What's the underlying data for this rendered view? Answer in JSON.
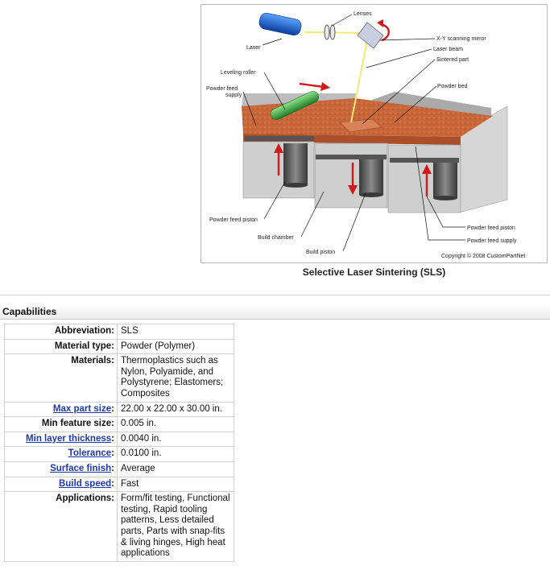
{
  "diagram": {
    "labels": {
      "lenses": "Lenses",
      "laser": "Laser",
      "mirror": "X-Y scanning mirror",
      "beam": "Laser beam",
      "sintered": "Sintered part",
      "roller": "Leveling roller",
      "feed_supply_left": "Powder feed\nsupply",
      "powder_bed": "Powder bed",
      "feed_piston_left": "Powder feed piston",
      "build_chamber": "Build chamber",
      "build_piston": "Build piston",
      "feed_piston_right": "Powder feed piston",
      "feed_supply_right": "Powder feed supply",
      "copyright": "Copyright © 2008 CustomPartNet"
    },
    "colors": {
      "powder": "#c8673a",
      "laser_body": "#1a5fc7",
      "roller": "#2fa53a",
      "arrow": "#d11a1a",
      "beam": "#f2ea74"
    }
  },
  "caption": "Selective Laser Sintering (SLS)",
  "capabilities": {
    "title": "Capabilities",
    "rows": [
      {
        "key": "Abbreviation",
        "value": "SLS",
        "link": false
      },
      {
        "key": "Material type",
        "value": "Powder (Polymer)",
        "link": false
      },
      {
        "key": "Materials",
        "value": "Thermoplastics such as Nylon, Polyamide, and Polystyrene; Elastomers; Composites",
        "link": false
      },
      {
        "key": "Max part size",
        "value": "22.00 x 22.00 x 30.00 in.",
        "link": true
      },
      {
        "key": "Min feature size",
        "value": "0.005 in.",
        "link": false
      },
      {
        "key": "Min layer thickness",
        "value": "0.0040 in.",
        "link": true
      },
      {
        "key": "Tolerance",
        "value": "0.0100 in.",
        "link": true
      },
      {
        "key": "Surface finish",
        "value": "Average",
        "link": true
      },
      {
        "key": "Build speed",
        "value": "Fast",
        "link": true
      },
      {
        "key": "Applications",
        "value": "Form/fit testing, Functional testing, Rapid tooling patterns, Less detailed parts, Parts with snap-fits & living hinges, High heat applications",
        "link": false
      }
    ]
  }
}
